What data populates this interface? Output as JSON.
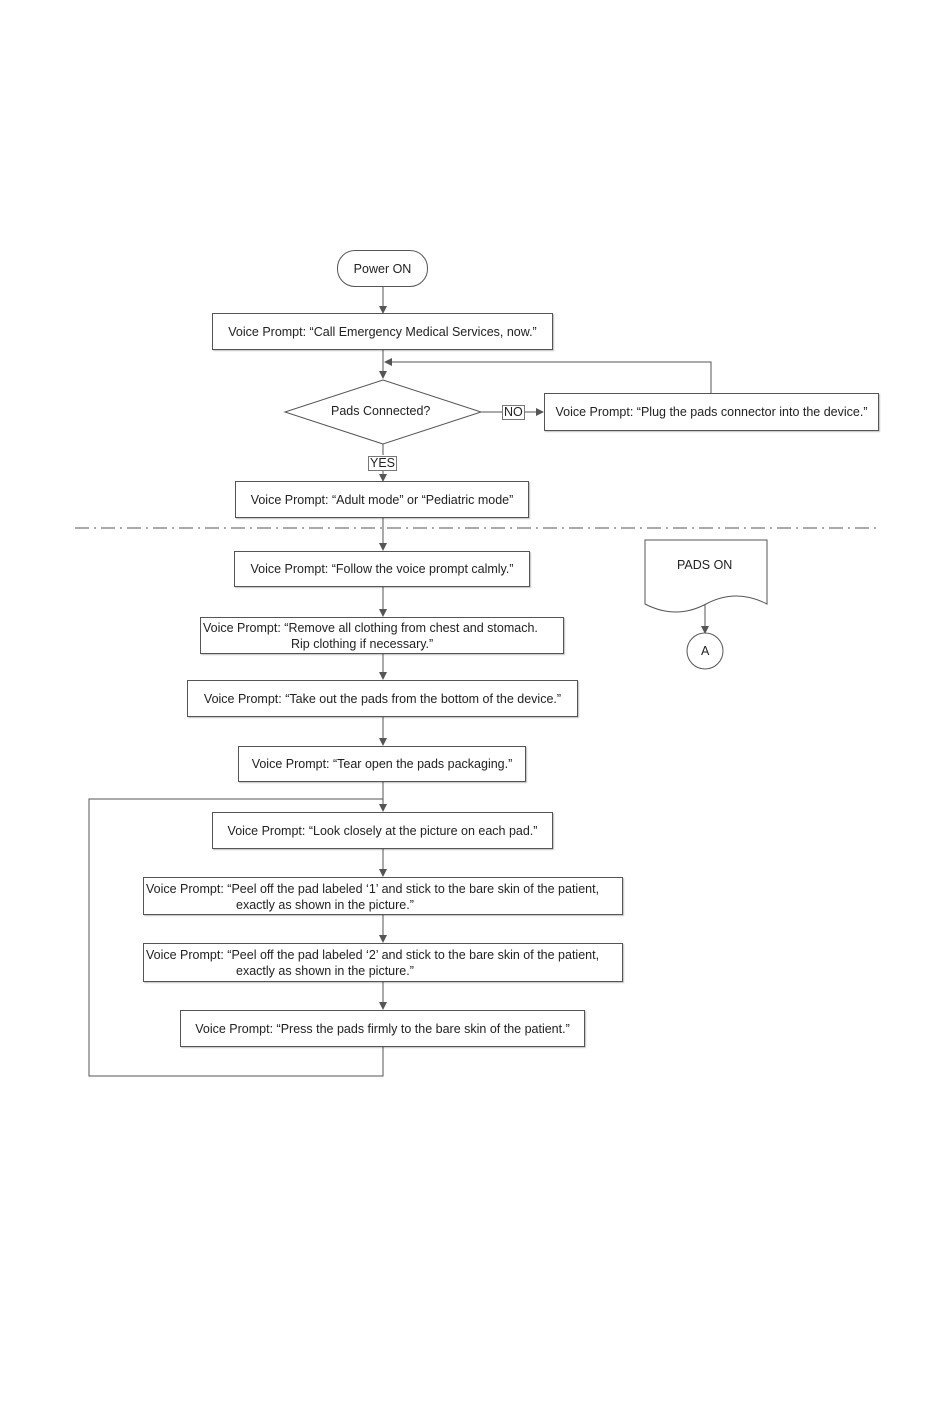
{
  "flow": {
    "start": "Power ON",
    "step_call_ems": "Voice Prompt: “Call Emergency Medical Services, now.”",
    "decision_pads": "Pads Connected?",
    "label_no": "NO",
    "label_yes": "YES",
    "step_plug_pads": "Voice Prompt: “Plug the pads connector into the device.”",
    "step_mode": "Voice Prompt: “Adult mode” or “Pediatric mode”",
    "step_follow": "Voice Prompt: “Follow the voice prompt calmly.”",
    "step_remove_line1": "Voice Prompt: “Remove all clothing from chest and stomach.",
    "step_remove_line2": "Rip clothing if necessary.”",
    "step_take_out": "Voice Prompt: “Take out the pads from the bottom of the device.”",
    "step_tear": "Voice Prompt: “Tear open the pads packaging.”",
    "step_look": "Voice Prompt: “Look closely at the picture on each pad.”",
    "step_peel1_line1": "Voice Prompt: “Peel off the pad labeled ‘1’ and stick to the bare skin of the patient,",
    "step_peel1_line2": "exactly as shown in the picture.”",
    "step_peel2_line1": "Voice Prompt: “Peel off the pad labeled ‘2’ and stick to the bare skin of the patient,",
    "step_peel2_line2": "exactly as shown in the picture.”",
    "step_press": "Voice Prompt: “Press the pads firmly to the bare skin of the patient.”",
    "pads_on": "PADS ON",
    "connector": "A"
  }
}
